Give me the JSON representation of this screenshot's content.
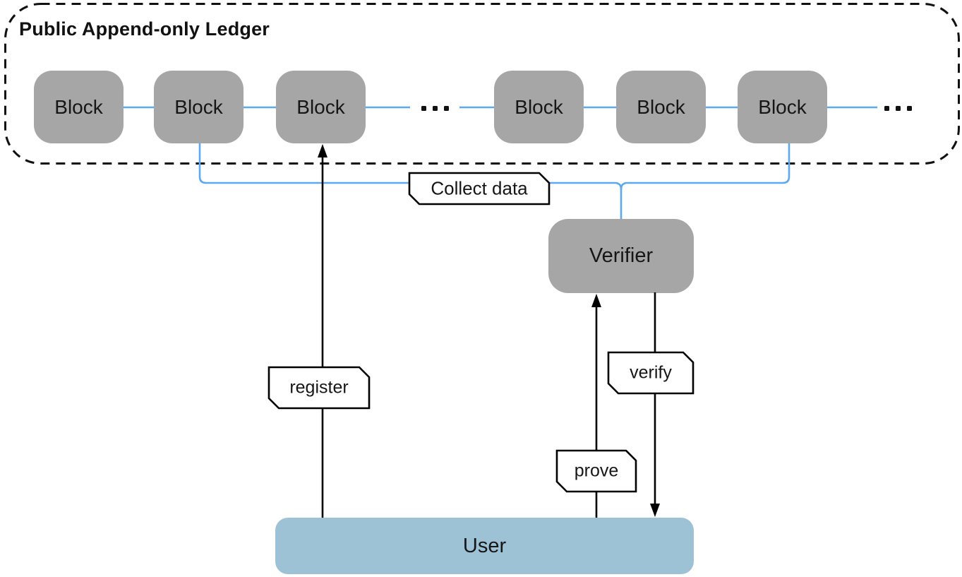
{
  "figure": {
    "ledger": {
      "title": "Public Append-only Ledger",
      "blocks": [
        "Block",
        "Block",
        "Block",
        "Block",
        "Block",
        "Block"
      ],
      "icons": {
        "ellipsis_mid": "horizontal-dots",
        "ellipsis_end": "horizontal-dots"
      }
    },
    "nodes": {
      "verifier": {
        "label": "Verifier"
      },
      "user": {
        "label": "User"
      }
    },
    "edges": {
      "collect_data": {
        "label": "Collect data"
      },
      "register": {
        "label": "register"
      },
      "prove": {
        "label": "prove"
      },
      "verify": {
        "label": "verify"
      }
    },
    "colors": {
      "block_fill": "#a6a6a6",
      "verifier_fill": "#a6a6a6",
      "user_fill": "#9dc2d6",
      "chain_link_blue": "#5ca9f2",
      "arrow_black": "#000000",
      "frame_dash": "#111111",
      "label_box_fill": "#ffffff"
    }
  }
}
